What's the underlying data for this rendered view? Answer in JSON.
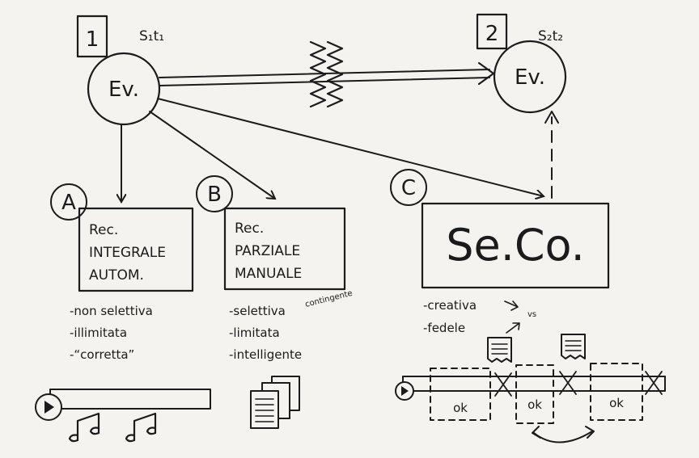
{
  "event1": {
    "number": "1",
    "coords": "S₁t₁",
    "label": "Ev."
  },
  "event2": {
    "number": "2",
    "coords": "S₂t₂",
    "label": "Ev."
  },
  "branchA": {
    "letter": "A",
    "box": [
      "Rec.",
      "INTEGRALE",
      "AUTOM."
    ],
    "notes": [
      "-non selettiva",
      "-illimitata",
      "-“corretta”"
    ]
  },
  "branchB": {
    "letter": "B",
    "box": [
      "Rec.",
      "PARZIALE",
      "MANUALE"
    ],
    "notes": [
      "-selettiva",
      "-limitata",
      "-intelligente"
    ],
    "note_small": "contingente"
  },
  "branchC": {
    "letter": "C",
    "box": "Se.Co.",
    "notes": [
      "-creativa",
      "-fedele"
    ],
    "vs": "vs",
    "segments": [
      "ok",
      "ok",
      "ok"
    ]
  },
  "colors": {
    "ink": "#1b1b1b",
    "paper": "#f4f3ef"
  }
}
